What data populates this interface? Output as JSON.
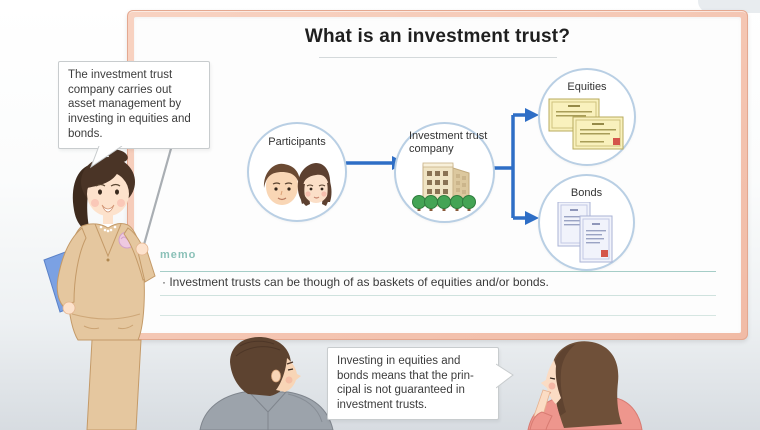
{
  "whiteboard": {
    "title": "What is an investment trust?",
    "frame_color": "#f2c3af",
    "diagram": {
      "arrow_color": "#2e6ec6",
      "circle_border_color": "#b9cfe4",
      "nodes": [
        {
          "id": "participants",
          "label": "Participants",
          "icon": "participants-faces-icon"
        },
        {
          "id": "company",
          "label": "Investment trust\ncompany",
          "icon": "office-building-icon"
        },
        {
          "id": "equities",
          "label": "Equities",
          "icon": "equity-certificates-icon"
        },
        {
          "id": "bonds",
          "label": "Bonds",
          "icon": "bond-certificates-icon"
        }
      ],
      "edges": [
        {
          "from": "participants",
          "to": "company"
        },
        {
          "from": "company",
          "to": "equities"
        },
        {
          "from": "company",
          "to": "bonds"
        }
      ]
    },
    "memo": {
      "label": "memo",
      "accent_color": "#8bc1b8",
      "note": "· Investment trusts can be though of as baskets of equities and/or bonds."
    }
  },
  "speech_bubbles": {
    "teacher": {
      "text": "The investment trust\ncompany carries out\nasset management by\ninvesting in equities and\nbonds."
    },
    "student": {
      "text": "Investing in equities and\nbonds means that the prin-\ncipal is not guaranteed in\ninvestment trusts."
    }
  },
  "characters": {
    "teacher": "teacher-with-pointer-illustration",
    "man": "listening-man-illustration",
    "woman": "listening-woman-illustration"
  }
}
